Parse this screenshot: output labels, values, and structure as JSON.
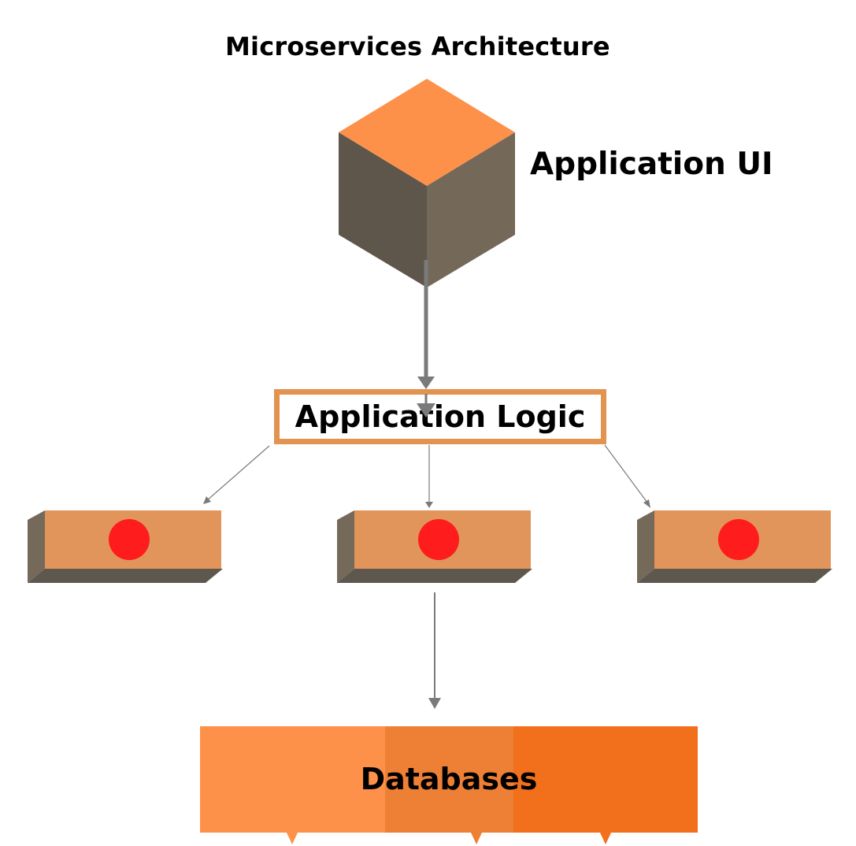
{
  "title": "Microservices Architecture",
  "nodes": {
    "ui": {
      "label": "Application UI"
    },
    "logic": {
      "label": "Application Logic"
    },
    "databases": {
      "label": "Databases"
    }
  },
  "services": [
    {
      "id": "service-1"
    },
    {
      "id": "service-2"
    },
    {
      "id": "service-3"
    }
  ],
  "colors": {
    "cube_top": "#fd914a",
    "cube_left": "#5e564b",
    "cube_right": "#746858",
    "service_front": "#e2955a",
    "service_side": "#756a5a",
    "service_bottom": "#5d574d",
    "service_dot": "#ff1c1c",
    "logic_border": "#e2934f",
    "db_segments": [
      "#fd914a",
      "#ee8036",
      "#f26f1c"
    ],
    "arrow": "#7a7a7a"
  }
}
